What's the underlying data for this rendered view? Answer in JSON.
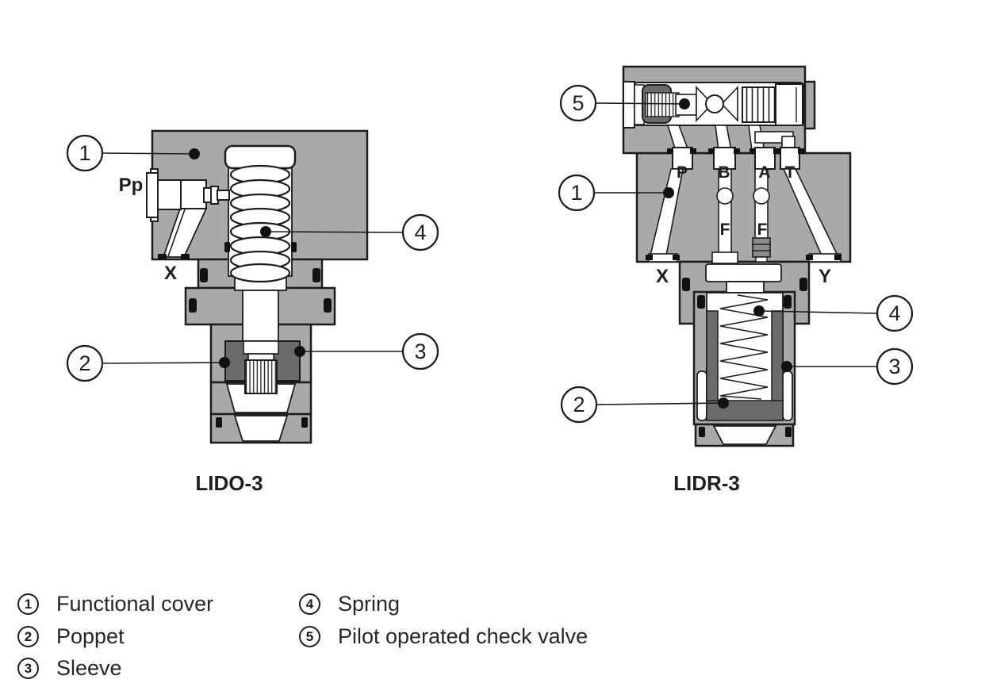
{
  "colors": {
    "background": "#ffffff",
    "body_gray": "#a9a9a9",
    "dark_gray": "#6b6b6b",
    "fitting_gray": "#8b8b8b",
    "outline": "#1c1c1c"
  },
  "diagrams": {
    "lido3": {
      "title": "LIDO-3",
      "callout_1": "1",
      "callout_2": "2",
      "callout_3": "3",
      "callout_4": "4",
      "port_pp": "Pp",
      "port_x": "X"
    },
    "lidr3": {
      "title": "LIDR-3",
      "callout_1": "1",
      "callout_2": "2",
      "callout_3": "3",
      "callout_4": "4",
      "callout_5": "5",
      "port_p": "P",
      "port_b": "B",
      "port_a": "A",
      "port_t": "T",
      "port_f1": "F",
      "port_f2": "F",
      "port_x": "X",
      "port_y": "Y"
    }
  },
  "legend": {
    "items": [
      {
        "num": "1",
        "label": "Functional cover"
      },
      {
        "num": "2",
        "label": "Poppet"
      },
      {
        "num": "3",
        "label": "Sleeve"
      },
      {
        "num": "4",
        "label": "Spring"
      },
      {
        "num": "5",
        "label": "Pilot operated check valve"
      }
    ]
  }
}
